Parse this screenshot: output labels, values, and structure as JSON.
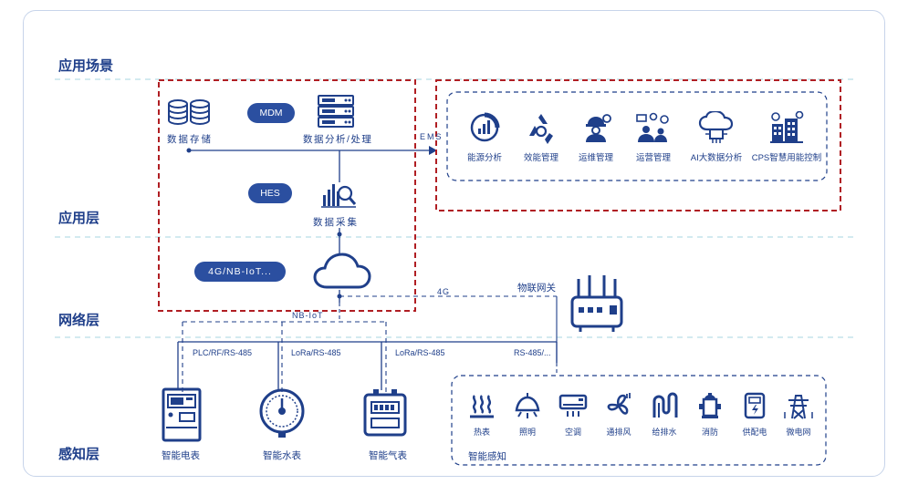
{
  "layers": {
    "application_scene": "应用场景",
    "application": "应用层",
    "network": "网络层",
    "perception": "感知层"
  },
  "app_layer": {
    "data_storage": "数据存储",
    "mdm": "MDM",
    "data_analysis": "数据分析/处理",
    "ems": "EMS",
    "hes": "HES",
    "data_collection": "数据采集",
    "network_pill": "4G/NB-IoT..."
  },
  "ems_apps": [
    {
      "label": "能源分析",
      "icon": "energy-analysis-icon"
    },
    {
      "label": "效能管理",
      "icon": "recycle-icon"
    },
    {
      "label": "运维管理",
      "icon": "maintenance-worker-icon"
    },
    {
      "label": "运营管理",
      "icon": "operations-people-icon"
    },
    {
      "label": "AI大数据分析",
      "icon": "ai-cloud-icon"
    },
    {
      "label": "CPS智慧用能控制",
      "icon": "smart-building-icon"
    }
  ],
  "network": {
    "link_4g": "4G",
    "gateway": "物联网关",
    "nbiot": "NB-IoT",
    "plc": "PLC/RF/RS-485",
    "lora1": "LoRa/RS-485",
    "lora2": "LoRa/RS-485",
    "rs485": "RS-485/..."
  },
  "meters": [
    {
      "label": "智能电表",
      "icon": "electric-meter-icon"
    },
    {
      "label": "智能水表",
      "icon": "water-meter-icon"
    },
    {
      "label": "智能气表",
      "icon": "gas-meter-icon"
    }
  ],
  "sensing": {
    "title": "智能感知",
    "items": [
      {
        "label": "热表",
        "icon": "heat-icon"
      },
      {
        "label": "照明",
        "icon": "lamp-icon"
      },
      {
        "label": "空调",
        "icon": "air-conditioner-icon"
      },
      {
        "label": "通排风",
        "icon": "fan-icon"
      },
      {
        "label": "给排水",
        "icon": "water-pipe-icon"
      },
      {
        "label": "消防",
        "icon": "hydrant-icon"
      },
      {
        "label": "供配电",
        "icon": "power-supply-icon"
      },
      {
        "label": "微电网",
        "icon": "power-tower-icon"
      }
    ]
  },
  "colors": {
    "primary": "#1f3f8a",
    "accent_blue": "#2b4fa0",
    "highlight_red": "#b01e23",
    "dashed_divider": "#b9dde6"
  }
}
